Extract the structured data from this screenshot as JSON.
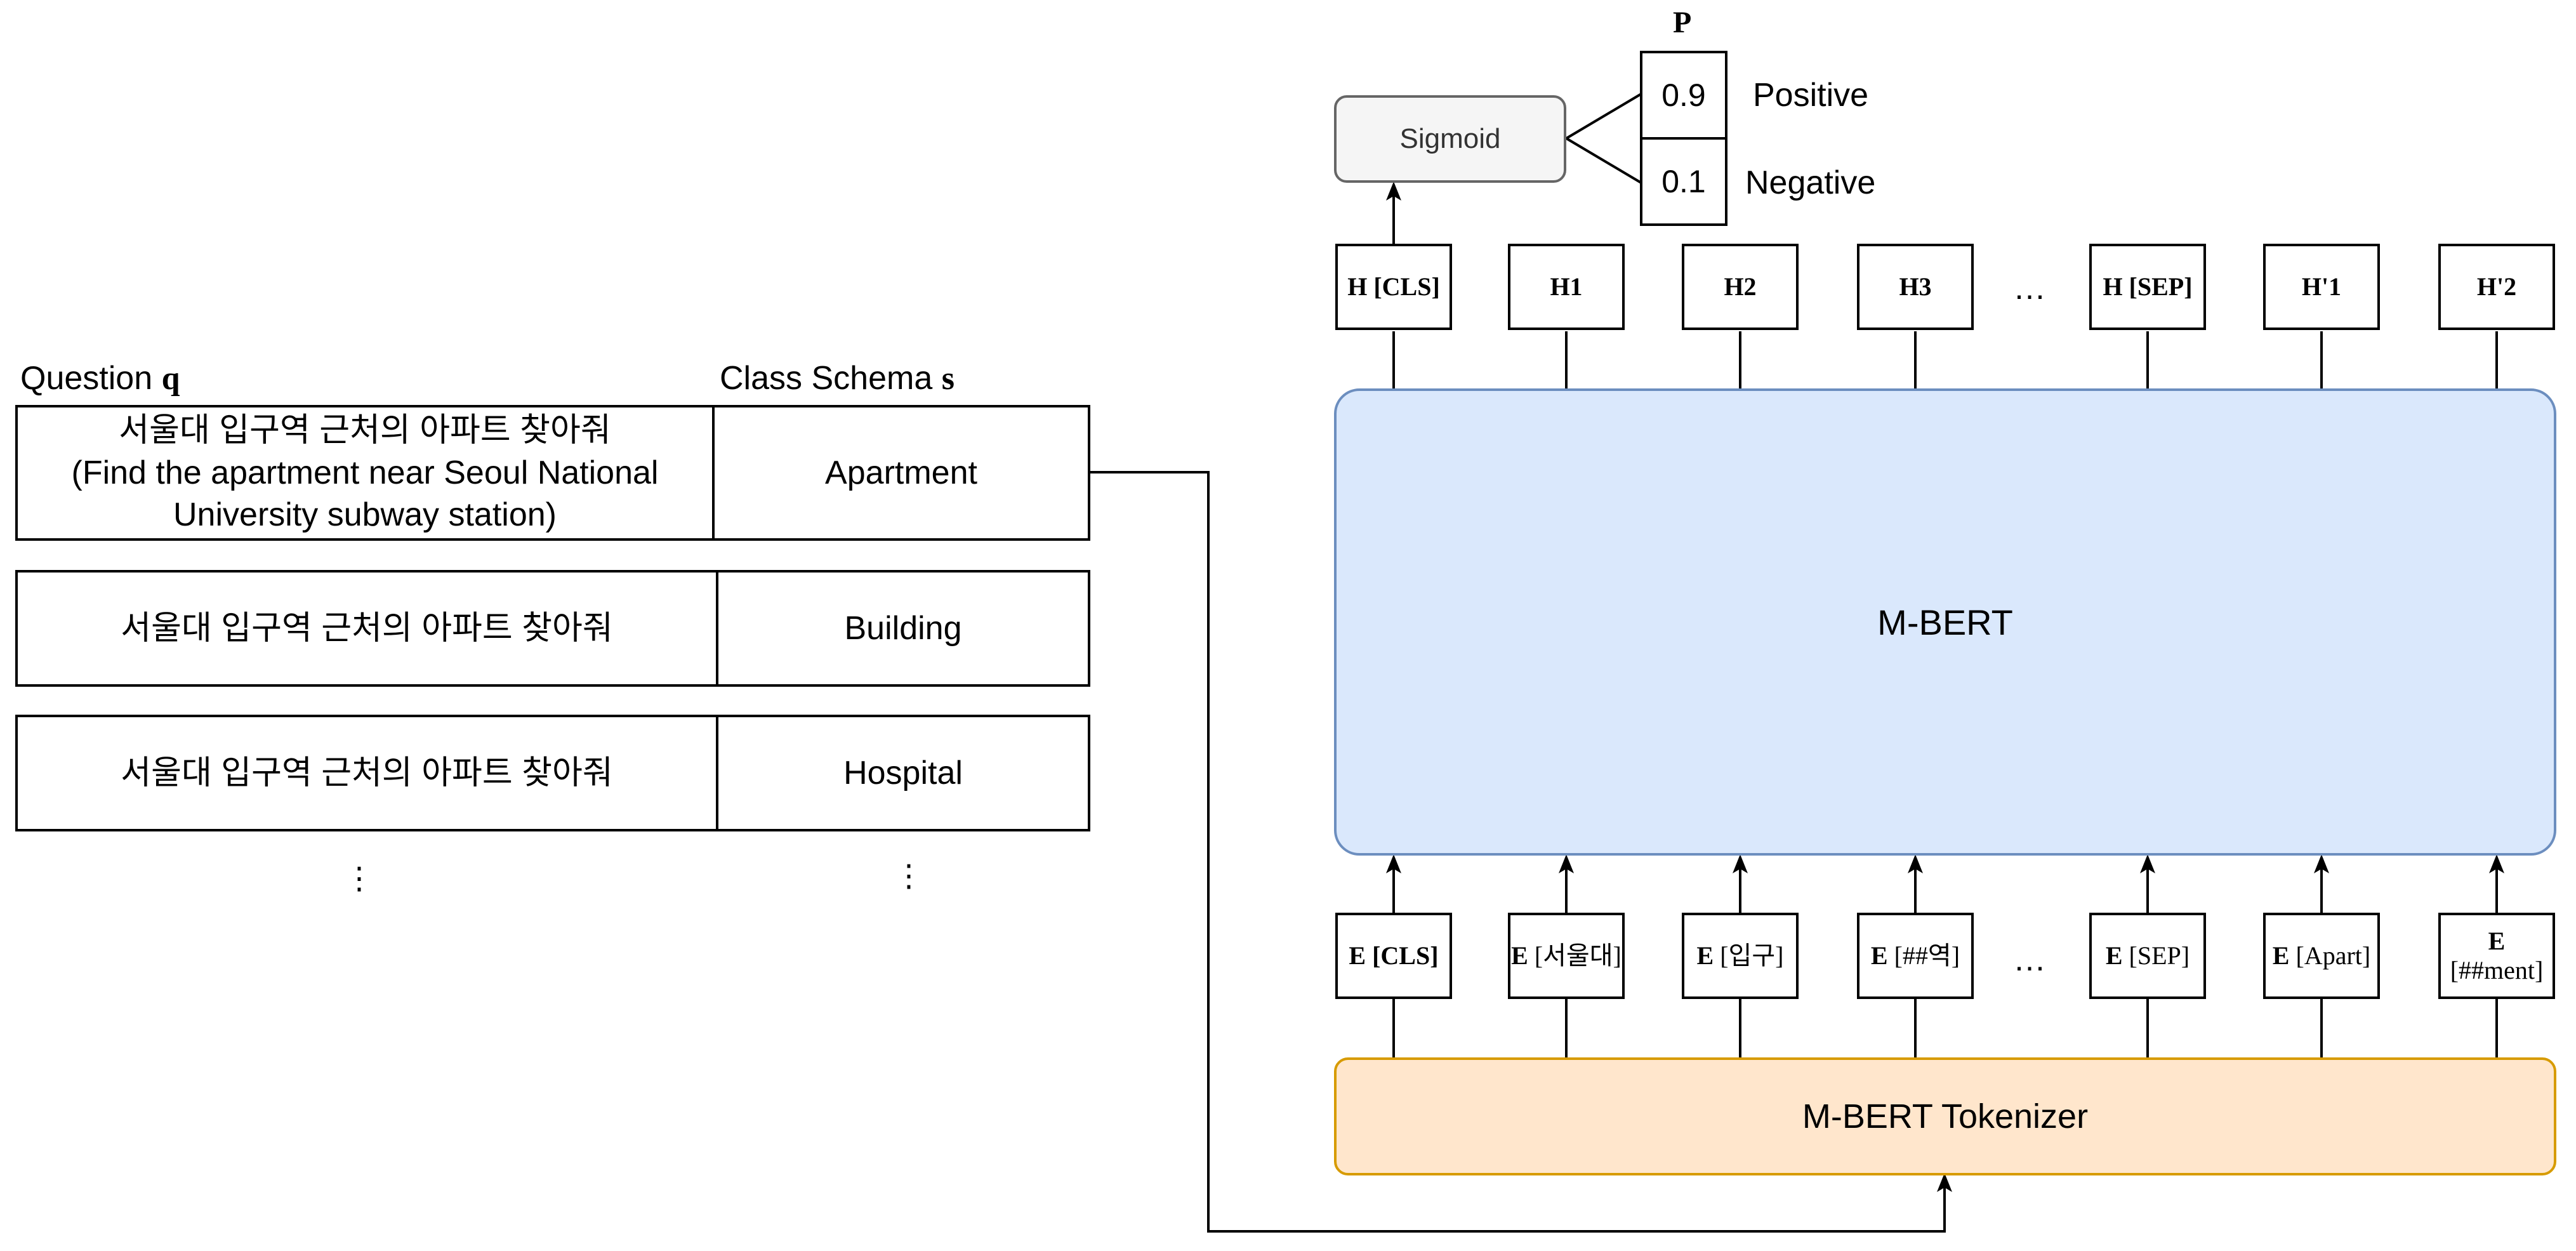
{
  "left": {
    "question_header": "Question",
    "question_var": "q",
    "schema_header": "Class Schema",
    "schema_var": "s",
    "rows": [
      {
        "question": "서울대 입구역 근처의 아파트 찾아줘\n(Find the apartment near Seoul National University subway station)",
        "schema": "Apartment"
      },
      {
        "question": "서울대 입구역 근처의 아파트 찾아줘",
        "schema": "Building"
      },
      {
        "question": "서울대 입구역 근처의 아파트 찾아줘",
        "schema": "Hospital"
      }
    ],
    "continuation": "⋮"
  },
  "model": {
    "encoder_label": "M-BERT",
    "tokenizer_label": "M-BERT Tokenizer",
    "sigmoid_label": "Sigmoid",
    "prob_header": "P",
    "probabilities": [
      {
        "value": "0.9",
        "label": "Positive"
      },
      {
        "value": "0.1",
        "label": "Negative"
      }
    ],
    "hidden_tokens": [
      {
        "bold": "H [CLS]",
        "text": ""
      },
      {
        "bold": "H1",
        "text": ""
      },
      {
        "bold": "H2",
        "text": ""
      },
      {
        "bold": "H3",
        "text": ""
      },
      {
        "bold": "H [SEP]",
        "text": ""
      },
      {
        "bold": "H'1",
        "text": ""
      },
      {
        "bold": "H'2",
        "text": ""
      }
    ],
    "embed_tokens": [
      {
        "bold": "E [CLS]",
        "text": ""
      },
      {
        "bold": "E",
        "text": " [서울대]"
      },
      {
        "bold": "E",
        "text": " [입구]"
      },
      {
        "bold": "E",
        "text": " [##역]"
      },
      {
        "bold": "E",
        "text": " [SEP]"
      },
      {
        "bold": "E",
        "text": " [Apart]"
      },
      {
        "bold": "E",
        "text": "[##ment]"
      }
    ],
    "ellipsis": "…"
  },
  "colors": {
    "encoder_fill": "#dae8fc",
    "encoder_stroke": "#6c8ebf",
    "tokenizer_fill": "#ffe6cc",
    "tokenizer_stroke": "#d79b00",
    "sigmoid_fill": "#f5f5f5",
    "sigmoid_stroke": "#666666"
  }
}
